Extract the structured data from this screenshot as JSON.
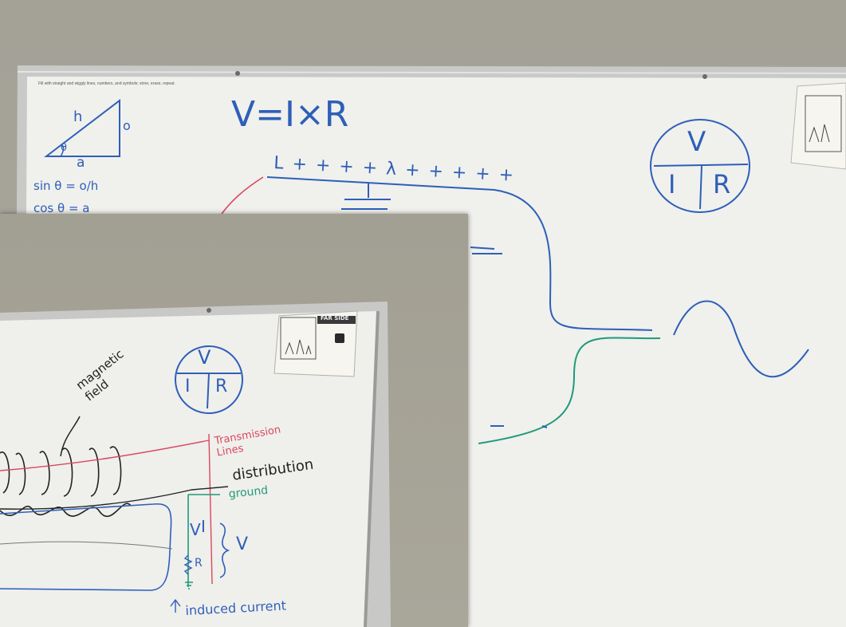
{
  "back_photo": {
    "board_header": "Fill with straight and wiggly lines, numbers, and symbols; store, erase, repeat.",
    "ohms_law_equation": "V=I×R",
    "triangle_side_h": "h",
    "triangle_side_o": "o",
    "triangle_side_a": "a",
    "triangle_angle": "θ",
    "sin_formula": "sin θ = o/h",
    "cos_formula_partial": "cos θ = a",
    "charge_row": "L + + + + λ + + + + +",
    "vir_top": "V",
    "vir_left": "I",
    "vir_right": "R"
  },
  "front_photo": {
    "label_magnetic_field": "magnetic field",
    "label_transmission_lines": "Transmission Lines",
    "label_distribution": "distribution",
    "label_ground": "ground",
    "label_induced_current": "induced current",
    "circuit_v_left": "V",
    "circuit_i": "I",
    "circuit_v_right": "V",
    "circuit_r": "R",
    "vir_top": "V",
    "vir_left": "I",
    "vir_right": "R",
    "cartoon_title": "FAR SIDE"
  },
  "colors": {
    "wall": "#a4a297",
    "board": "#f1f1ee",
    "frame": "#c8c9c7",
    "ink_blue": "#2e5fb8",
    "ink_black": "#222222",
    "ink_red": "#d9475e",
    "ink_green": "#1f9a7a"
  }
}
